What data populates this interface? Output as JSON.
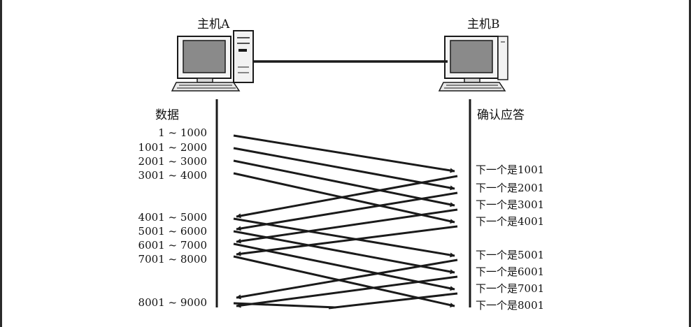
{
  "host_a": {
    "label": "主机A"
  },
  "host_b": {
    "label": "主机B"
  },
  "left_header": "数据",
  "right_header": "确认应答",
  "segments": [
    "1 ~ 1000",
    "1001 ~ 2000",
    "2001 ~ 3000",
    "3001 ~ 4000",
    "4001 ~ 5000",
    "5001 ~ 6000",
    "6001 ~ 7000",
    "7001 ~ 8000",
    "8001 ~ 9000"
  ],
  "acks": [
    "下一个是1001",
    "下一个是2001",
    "下一个是3001",
    "下一个是4001",
    "下一个是5001",
    "下一个是6001",
    "下一个是7001",
    "下一个是8001"
  ],
  "colors": {
    "line": "#1a1a1a",
    "screen": "#8a8a8a",
    "background": "#ffffff"
  },
  "icons": [
    "desktop-computer-icon",
    "tower-computer-icon"
  ]
}
